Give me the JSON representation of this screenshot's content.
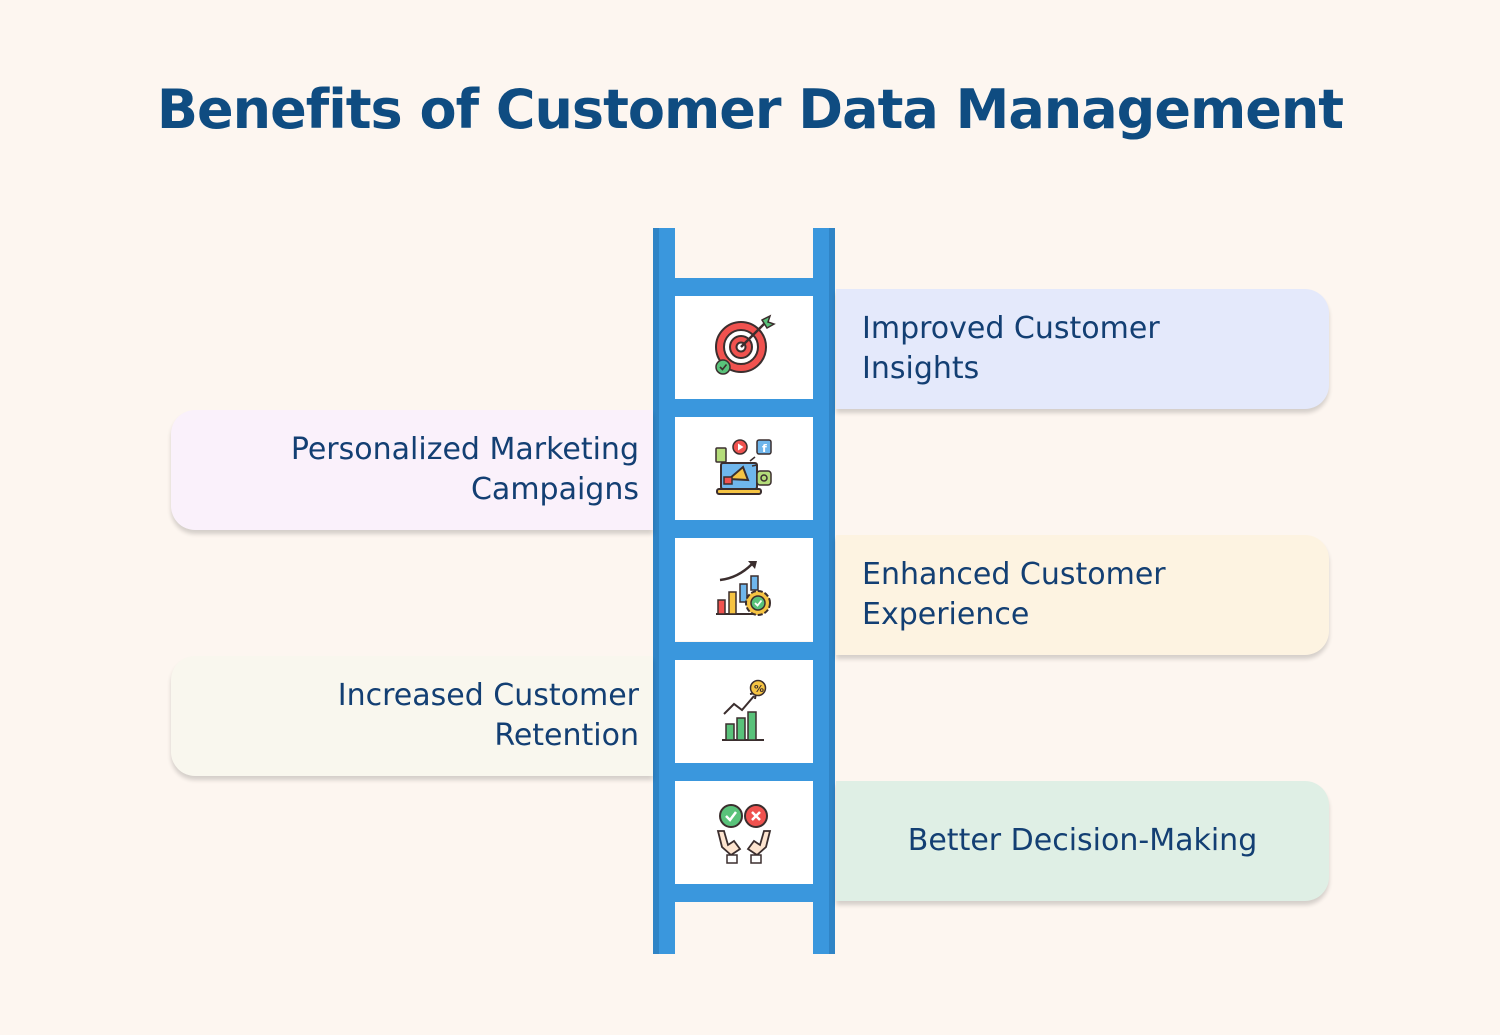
{
  "title": "Benefits of Customer Data Management",
  "colors": {
    "background": "#fdf6f0",
    "title": "#0f4c81",
    "ladder": "#3a97dd",
    "text": "#133f73"
  },
  "benefits": [
    {
      "line1": "Improved Customer",
      "line2": "Insights",
      "side": "right",
      "color": "#e4e9fb",
      "icon": "target-dart-icon"
    },
    {
      "line1": "Personalized Marketing",
      "line2": "Campaigns",
      "side": "left",
      "color": "#faf1fb",
      "icon": "marketing-megaphone-icon"
    },
    {
      "line1": "Enhanced Customer",
      "line2": "Experience",
      "side": "right",
      "color": "#fdf3e1",
      "icon": "growth-gear-icon"
    },
    {
      "line1": "Increased Customer",
      "line2": "Retention",
      "side": "left",
      "color": "#f9f7ee",
      "icon": "bar-chart-percent-icon"
    },
    {
      "line1": "Better Decision-Making",
      "line2": "",
      "side": "right",
      "color": "#dfefe5",
      "icon": "hands-decision-icon"
    }
  ]
}
